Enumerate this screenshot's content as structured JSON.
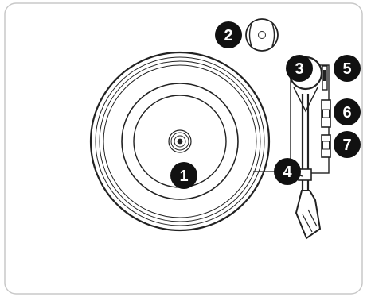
{
  "callouts": [
    {
      "number": "1",
      "part": "platter"
    },
    {
      "number": "2",
      "part": "45-rpm-adapter"
    },
    {
      "number": "3",
      "part": "counterweight"
    },
    {
      "number": "4",
      "part": "tone-arm"
    },
    {
      "number": "5",
      "part": "tone-arm-lift-lever"
    },
    {
      "number": "6",
      "part": "upper-switch"
    },
    {
      "number": "7",
      "part": "lower-switch"
    }
  ],
  "colors": {
    "line": "#222222",
    "badge": "#111111",
    "badge_text": "#ffffff",
    "panel_border": "#c8c8c8",
    "background": "#ffffff"
  }
}
